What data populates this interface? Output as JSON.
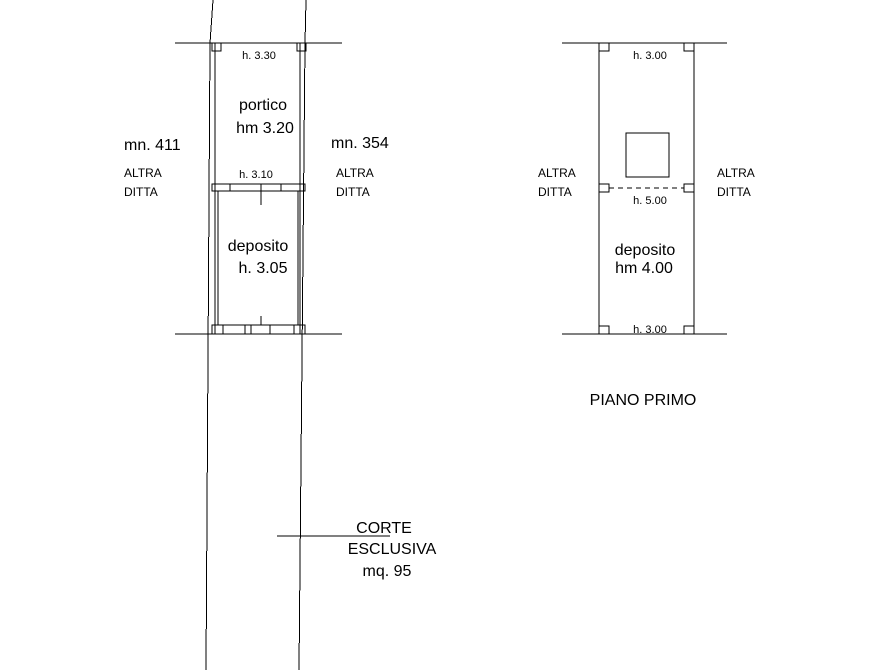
{
  "ground_floor": {
    "portico": {
      "name": "portico",
      "height": "hm 3.20"
    },
    "h_top": "h. 3.30",
    "h_mid": "h. 3.10",
    "deposito": {
      "name": "deposito",
      "height": "h. 3.05"
    },
    "left_parcel": {
      "number": "mn. 411",
      "line1": "ALTRA",
      "line2": "DITTA"
    },
    "right_parcel": {
      "number": "mn. 354",
      "line1": "ALTRA",
      "line2": "DITTA"
    }
  },
  "first_floor": {
    "title": "PIANO PRIMO",
    "h_top": "h. 3.00",
    "h_mid": "h. 5.00",
    "h_bottom": "h. 3.00",
    "deposito": {
      "name": "deposito",
      "height": "hm 4.00"
    },
    "left_neighbor": {
      "line1": "ALTRA",
      "line2": "DITTA"
    },
    "right_neighbor": {
      "line1": "ALTRA",
      "line2": "DITTA"
    }
  },
  "corte": {
    "line1": "CORTE",
    "line2": "ESCLUSIVA",
    "line3": "mq. 95"
  }
}
